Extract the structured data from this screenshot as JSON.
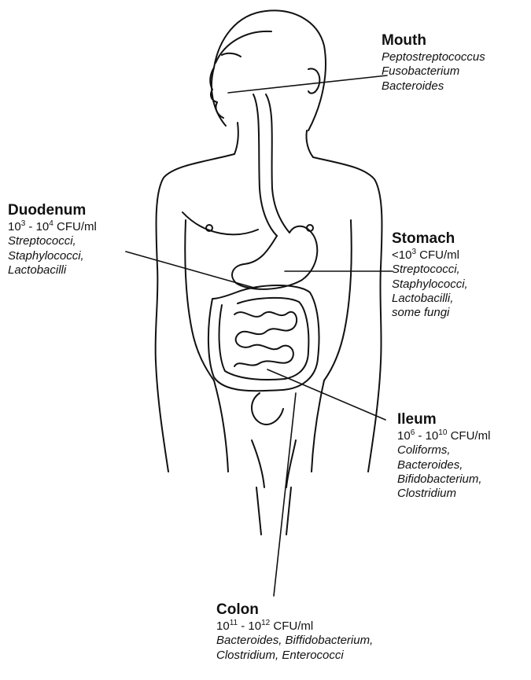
{
  "colors": {
    "ink": "#111111",
    "background": "#ffffff"
  },
  "regions": {
    "mouth": {
      "title": "Mouth",
      "organisms": [
        "Peptostreptococcus",
        "Fusobacterium",
        "Bacteroides"
      ]
    },
    "duodenum": {
      "title": "Duodenum",
      "conc": {
        "a_base": "10",
        "a_exp": "3",
        "sep": " - ",
        "b_base": "10",
        "b_exp": "4",
        "unit": " CFU/ml"
      },
      "organisms": [
        "Streptococci,",
        "Staphylococci,",
        "Lactobacilli"
      ]
    },
    "stomach": {
      "title": "Stomach",
      "conc": {
        "prefix": "<",
        "a_base": "10",
        "a_exp": "3",
        "unit": " CFU/ml"
      },
      "organisms": [
        "Streptococci,",
        "Staphylococci,",
        "Lactobacilli,",
        "some fungi"
      ]
    },
    "ileum": {
      "title": "Ileum",
      "conc": {
        "a_base": "10",
        "a_exp": "6",
        "sep": " - ",
        "b_base": "10",
        "b_exp": "10",
        "unit": " CFU/ml"
      },
      "organisms": [
        "Coliforms,",
        "Bacteroides,",
        "Bifidobacterium,",
        "Clostridium"
      ]
    },
    "colon": {
      "title": "Colon",
      "conc": {
        "a_base": "10",
        "a_exp": "11",
        "sep": " - ",
        "b_base": "10",
        "b_exp": "12",
        "unit": " CFU/ml"
      },
      "organisms": [
        "Bacteroides, Biffidobacterium,",
        "Clostridium, Enterococci"
      ]
    }
  }
}
